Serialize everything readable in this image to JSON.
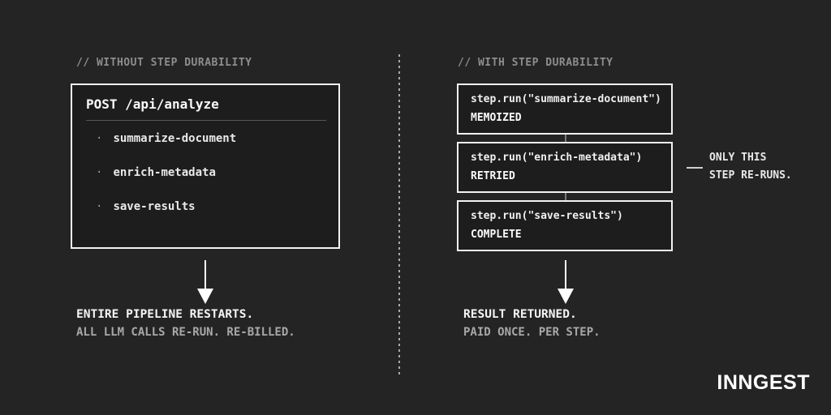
{
  "colors": {
    "background": "#242424",
    "box_background": "#1d1d1d",
    "box_border": "#f2f2f2",
    "heading_gray": "#8d8d8d",
    "text_white": "#f5f5f5",
    "text_gray": "#a8a8a8",
    "divider_gray": "#a8a8a8"
  },
  "left": {
    "header": "// WITHOUT STEP DURABILITY",
    "request_box": {
      "title": "POST /api/analyze",
      "bullet": "·",
      "items": [
        "summarize-document",
        "enrich-metadata",
        "save-results"
      ]
    },
    "result_title": "ENTIRE PIPELINE RESTARTS.",
    "result_subtitle": "ALL LLM CALLS RE-RUN. RE-BILLED."
  },
  "right": {
    "header": "// WITH STEP DURABILITY",
    "steps": [
      {
        "code": "step.run(\"summarize-document\")",
        "status": "MEMOIZED"
      },
      {
        "code": "step.run(\"enrich-metadata\")",
        "status": "RETRIED"
      },
      {
        "code": "step.run(\"save-results\")",
        "status": "COMPLETE"
      }
    ],
    "annotation": [
      "ONLY THIS",
      "STEP RE-RUNS."
    ],
    "result_title": "RESULT RETURNED.",
    "result_subtitle": "PAID ONCE. PER STEP."
  },
  "brand": {
    "logo_text": "INNGEST"
  }
}
